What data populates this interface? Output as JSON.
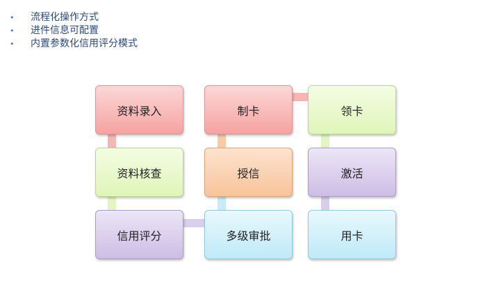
{
  "bullets": [
    {
      "text": "流程化操作方式"
    },
    {
      "text": "进件信息可配置"
    },
    {
      "text": "内置参数化信用评分模式"
    }
  ],
  "diagram": {
    "steps": {
      "data_entry": "资料录入",
      "data_review": "资料核查",
      "credit_score": "信用评分",
      "multi_approval": "多级审批",
      "credit_grant": "授信",
      "card_making": "制卡",
      "card_pickup": "领卡",
      "activation": "激活",
      "card_use": "用卡"
    },
    "colors": {
      "red": "#f5a3a1",
      "green": "#dff5b8",
      "purple": "#cdbde5",
      "orange": "#f8c49a",
      "blue": "#bfeaf8"
    }
  }
}
